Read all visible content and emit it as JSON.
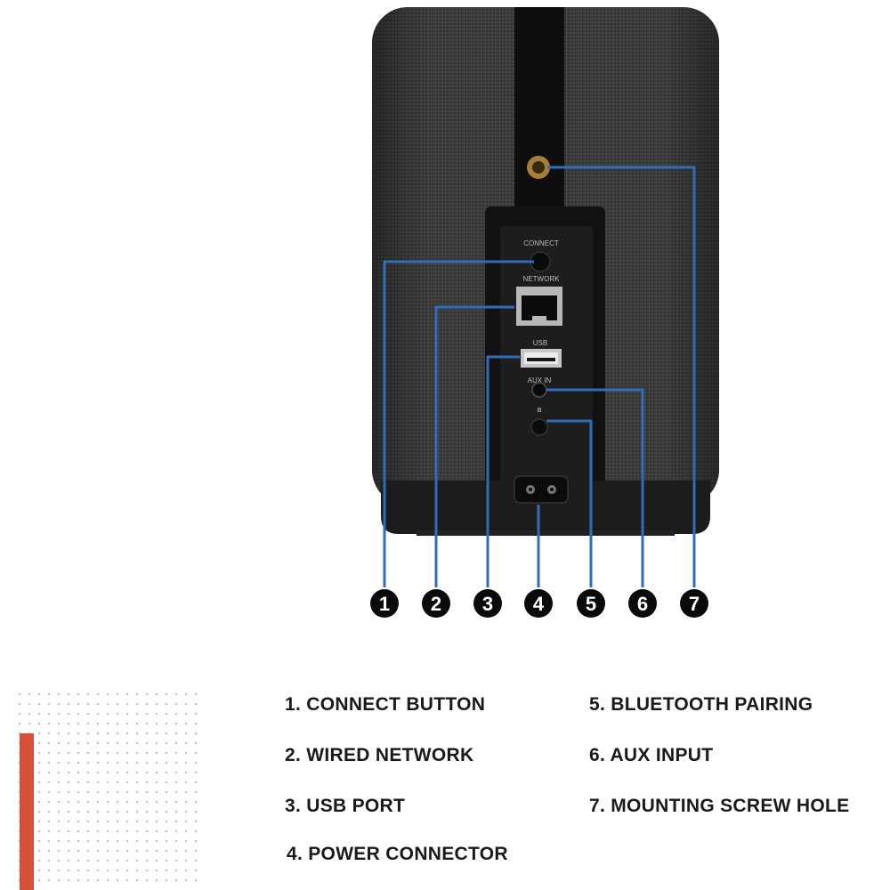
{
  "port_labels": {
    "connect": "CONNECT",
    "network": "NETWORK",
    "usb": "USB",
    "aux_in": "AUX IN",
    "bluetooth_symbol": "ʙ"
  },
  "callout_numbers": [
    "1",
    "2",
    "3",
    "4",
    "5",
    "6",
    "7"
  ],
  "legend": {
    "left_column": [
      "1. CONNECT BUTTON",
      "2. WIRED NETWORK",
      "3. USB PORT",
      "4. POWER CONNECTOR"
    ],
    "right_column": [
      "5. BLUETOOTH PAIRING",
      "6. AUX INPUT",
      "7. MOUNTING SCREW HOLE"
    ]
  },
  "colors": {
    "callout_line": "#2f6db8",
    "accent_bar": "#d4503a",
    "fabric": "#3a3a3a",
    "panel": "#161616"
  }
}
